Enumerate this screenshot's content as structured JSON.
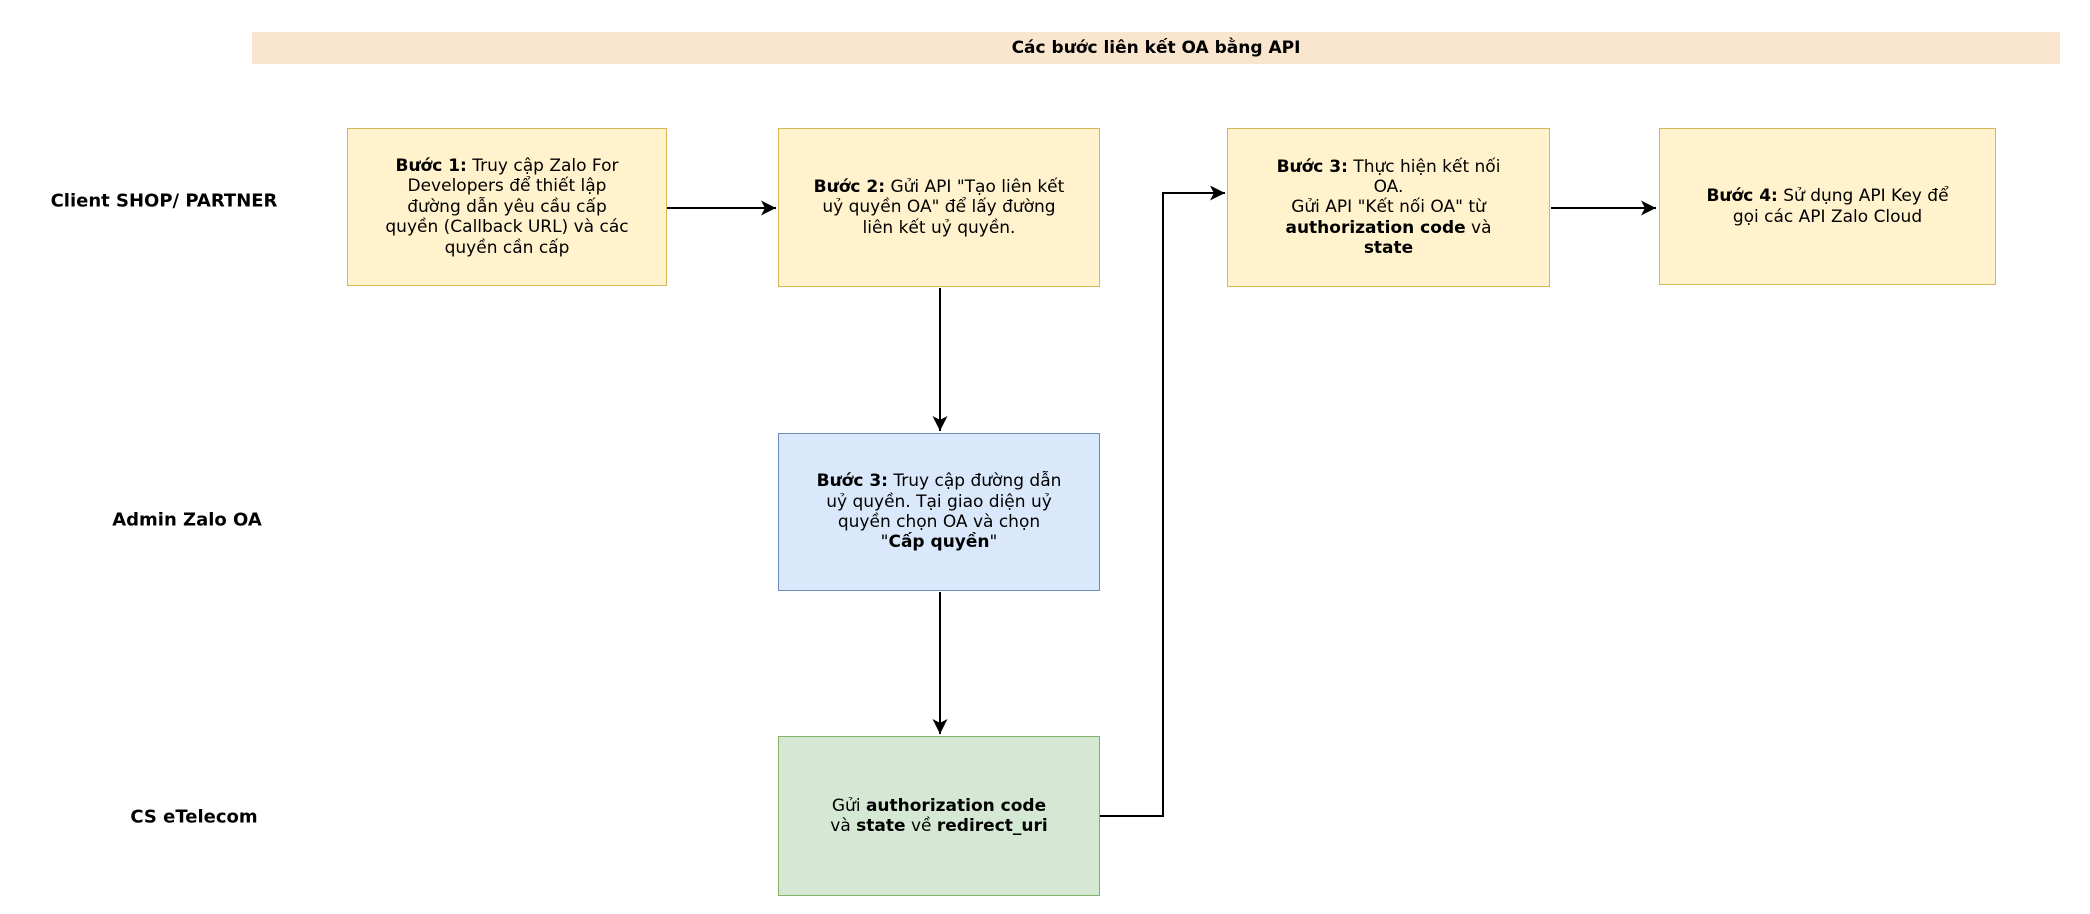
{
  "title": "Các bước liên kết OA bằng API",
  "lanes": [
    {
      "label": "Client SHOP/ PARTNER"
    },
    {
      "label": "Admin Zalo OA"
    },
    {
      "label": "CS eTelecom"
    }
  ],
  "nodes": {
    "step1": {
      "segments": [
        {
          "t": "Bước 1:",
          "b": true
        },
        {
          "t": " Truy cập Zalo For\nDevelopers để thiết lập\nđường dẫn yêu cầu cấp\nquyền (Callback URL) và các\nquyền cần cấp",
          "b": false
        }
      ]
    },
    "step2": {
      "segments": [
        {
          "t": "Bước 2:",
          "b": true
        },
        {
          "t": " Gửi API \"Tạo liên kết\nuỷ quyền OA\" để lấy đường\nliên kết uỷ quyền.",
          "b": false
        }
      ]
    },
    "step3_connect": {
      "segments": [
        {
          "t": "Bước 3:",
          "b": true
        },
        {
          "t": " Thực hiện kết nối\nOA.\nGửi API \"Kết nối OA\" từ\n",
          "b": false
        },
        {
          "t": "authorization code",
          "b": true
        },
        {
          "t": " và\n",
          "b": false
        },
        {
          "t": "state",
          "b": true
        }
      ]
    },
    "step4": {
      "segments": [
        {
          "t": "Bước 4:",
          "b": true
        },
        {
          "t": " Sử dụng API Key để\ngọi các API Zalo Cloud",
          "b": false
        }
      ]
    },
    "step3_admin": {
      "segments": [
        {
          "t": "Bước 3:",
          "b": true
        },
        {
          "t": " Truy cập đường dẫn\nuỷ quyền. Tại giao diện uỷ\nquyền chọn OA và chọn\n\"",
          "b": false
        },
        {
          "t": "Cấp quyền",
          "b": true
        },
        {
          "t": "\"",
          "b": false
        }
      ]
    },
    "cs_send": {
      "segments": [
        {
          "t": "Gửi ",
          "b": false
        },
        {
          "t": "authorization code",
          "b": true
        },
        {
          "t": "\nvà ",
          "b": false
        },
        {
          "t": "state",
          "b": true
        },
        {
          "t": " về ",
          "b": false
        },
        {
          "t": "redirect_uri",
          "b": true
        }
      ]
    }
  },
  "colors": {
    "title_bar_bg": "#fae5ce",
    "process_fill": "#fff2cc",
    "process_border": "#d6b656",
    "admin_fill": "#dae8fc",
    "admin_border": "#6c8ebf",
    "cs_fill": "#d5e8d4",
    "cs_border": "#82b366",
    "arrow": "#000000"
  }
}
